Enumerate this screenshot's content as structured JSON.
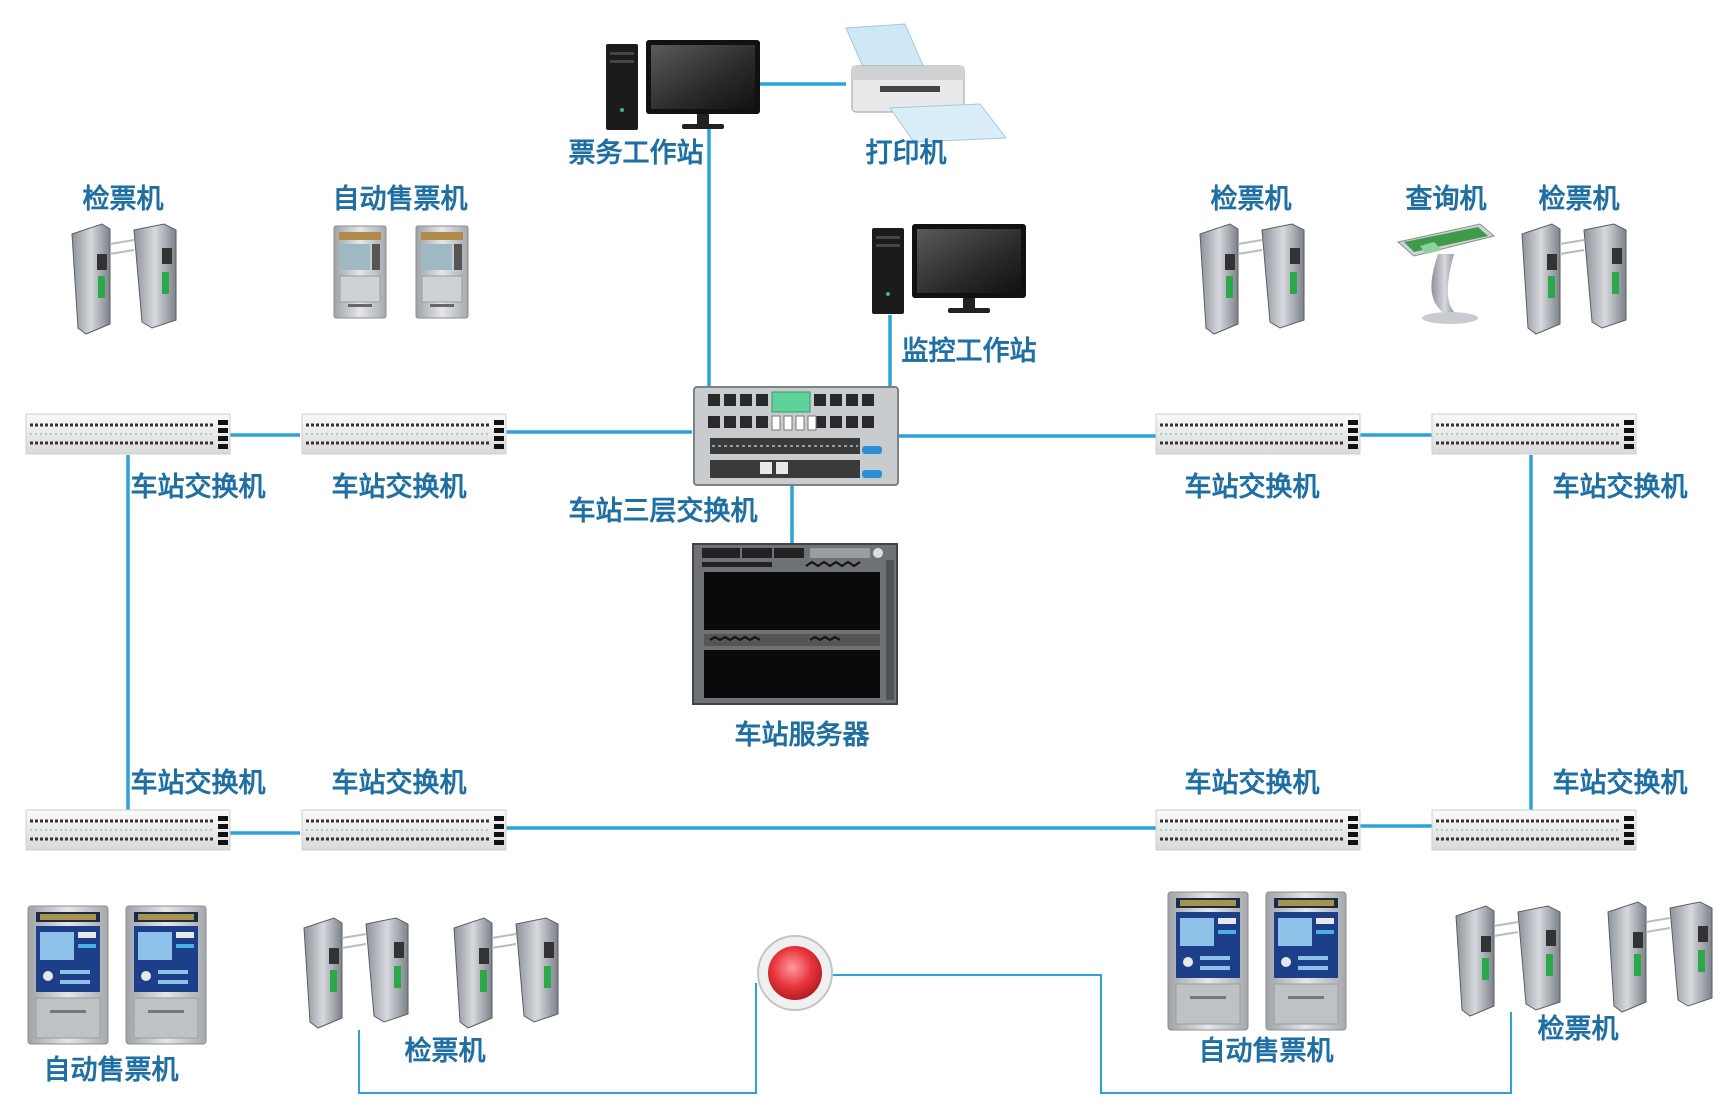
{
  "colors": {
    "link": "#2ba3d8",
    "label": "#1e6fa3",
    "alarm": "#e8343c"
  },
  "labels": {
    "ticket_workstation": "票务工作站",
    "printer": "打印机",
    "monitor_workstation": "监控工作站",
    "gate_top_left": "检票机",
    "tvm_top_left": "自动售票机",
    "gate_top_right_a": "检票机",
    "query_machine": "查询机",
    "gate_top_right_b": "检票机",
    "switch_tl1": "车站交换机",
    "switch_tl2": "车站交换机",
    "switch_tr1": "车站交换机",
    "switch_tr2": "车站交换机",
    "core_switch": "车站三层交换机",
    "server": "车站服务器",
    "switch_bl1": "车站交换机",
    "switch_bl2": "车站交换机",
    "switch_br1": "车站交换机",
    "switch_br2": "车站交换机",
    "tvm_bottom_left": "自动售票机",
    "gate_bottom_left": "检票机",
    "tvm_bottom_right": "自动售票机",
    "gate_bottom_right": "检票机"
  },
  "icons": {
    "pc": "desktop-computer-icon",
    "printer": "printer-icon",
    "gate": "ticket-gate-icon",
    "tvm": "ticket-vending-machine-icon",
    "kiosk": "query-kiosk-icon",
    "switch": "network-switch-icon",
    "core_switch": "layer3-switch-icon",
    "server": "server-rack-icon",
    "alarm": "alarm-button-icon"
  }
}
